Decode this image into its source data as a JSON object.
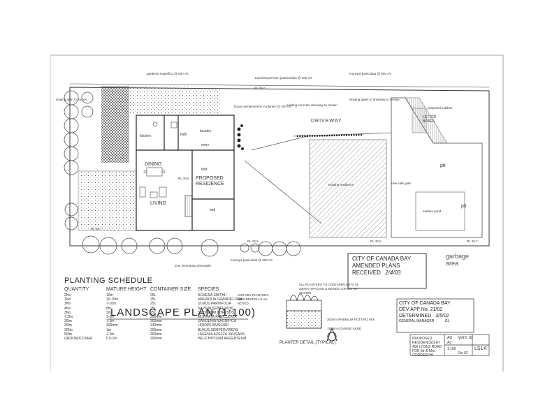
{
  "plan": {
    "title": "LANDSCAPE PLAN (1:100)",
    "room_labels": {
      "kitchen": "kitchen",
      "bath": "bath",
      "laundry": "laundry",
      "dining": "DINING",
      "living": "LIVING",
      "bed1": "bed",
      "bed2": "bed",
      "entry": "entry",
      "proposed_residence": "PROPOSED\nRESIDENCE",
      "driveway": "DRIVEWAY",
      "garbage_area": "garbage\narea",
      "pit1": "pit",
      "pit2": "pit",
      "letter_boxes": "LETTER\nBOXES"
    },
    "levels": [
      "RL 25.0",
      "RL 26.8",
      "RL 26.7",
      "RL 25.5",
      "RL 25.5",
      "RL 25.7"
    ],
    "annotations": [
      "gardenia magnifica @ 500 c/s",
      "trachelospermum jasminoides @ 300 c/s",
      "murraya paniculata @ 500 c/s",
      "sloping lawn to fences",
      "buxus sempervirens in planter @ 300 c/s",
      "existing concrete driveway to remain",
      "existing gates to driveway to remain",
      "existing residence",
      "new side gate",
      "murraya paniculata @ 500 c/s",
      "2No. fenestrata drivewalls",
      "proposed mailbox",
      "eastern pond"
    ]
  },
  "schedule": {
    "heading": "PLANTING SCHEDULE",
    "columns": [
      "QUANTITY",
      "MATURE HEIGHT",
      "CONTAINER SIZE",
      "SPECIES"
    ],
    "quantity": [
      "2No",
      "1No",
      "3No",
      "4No",
      "3No",
      "7.2lm",
      "30lm",
      "20lm",
      "20No",
      "50lm",
      "GROUNDCOVER"
    ],
    "height": [
      "10m",
      "10-15m",
      "7-10m",
      "8m",
      "2m",
      "1-3m",
      "1-3m",
      "300mm",
      "1m",
      "1-2m",
      "0.5-1m"
    ],
    "container": [
      "25L",
      "25L",
      "25L",
      "25L",
      "25L",
      "200mm",
      "300mm",
      "140mm",
      "200mm",
      "300mm",
      "200mm"
    ],
    "species": [
      "ACMENA SMITHII",
      "MAGNOLIA GRANDIFLORA",
      "ULMUS PARVIFOLIA",
      "SAPIUM SEBIFERUM",
      "SYZYGIUM CHRYSOS",
      "MURRAYA PANICULATA",
      "GARDENIA MAGNIFICA",
      "LIRIOPE MUSCARI",
      "BUXUS SEMPERVIRENS",
      "LAGENIA AZUZZA VAUGANS",
      "HELICHRYSUM ARGENTEUM"
    ],
    "note": "SOIL MIX PLANTERS WEB BEDPOLLS AS NOTED"
  },
  "planter_detail": {
    "label": "PLANTER DETAIL (TYPICAL)",
    "notes": [
      "ALL PLANTERS TO CONTAINPLANTS @ 300mm SPACING & MONDO GRASS AS SHOWN",
      "300mm PREMIUM POTTING MIX",
      "150mm COARSE SAND"
    ]
  },
  "stamp": {
    "line1": "CITY OF CANADA BAY",
    "line2": "AMENDED PLANS",
    "line3": "RECEIVED",
    "date": "2/4/03"
  },
  "approval": {
    "line1": "CITY OF CANADA BAY",
    "line2": "DEV APP No. 21/02",
    "line3": "DETERMINED",
    "date": "3/5/02",
    "line4": "GENERAL MANAGER",
    "initials": "GL"
  },
  "title_block": {
    "project": "PROPOSED RESIDENCES AT 406 LYONS ROAD FOR Mr & Mrs CORDESCHI",
    "sheet": "LS1",
    "rev": "A",
    "scale": "1:100",
    "size": "A3",
    "firm": "lyons rd",
    "date": "Oct 02",
    "drawn": "AG"
  }
}
